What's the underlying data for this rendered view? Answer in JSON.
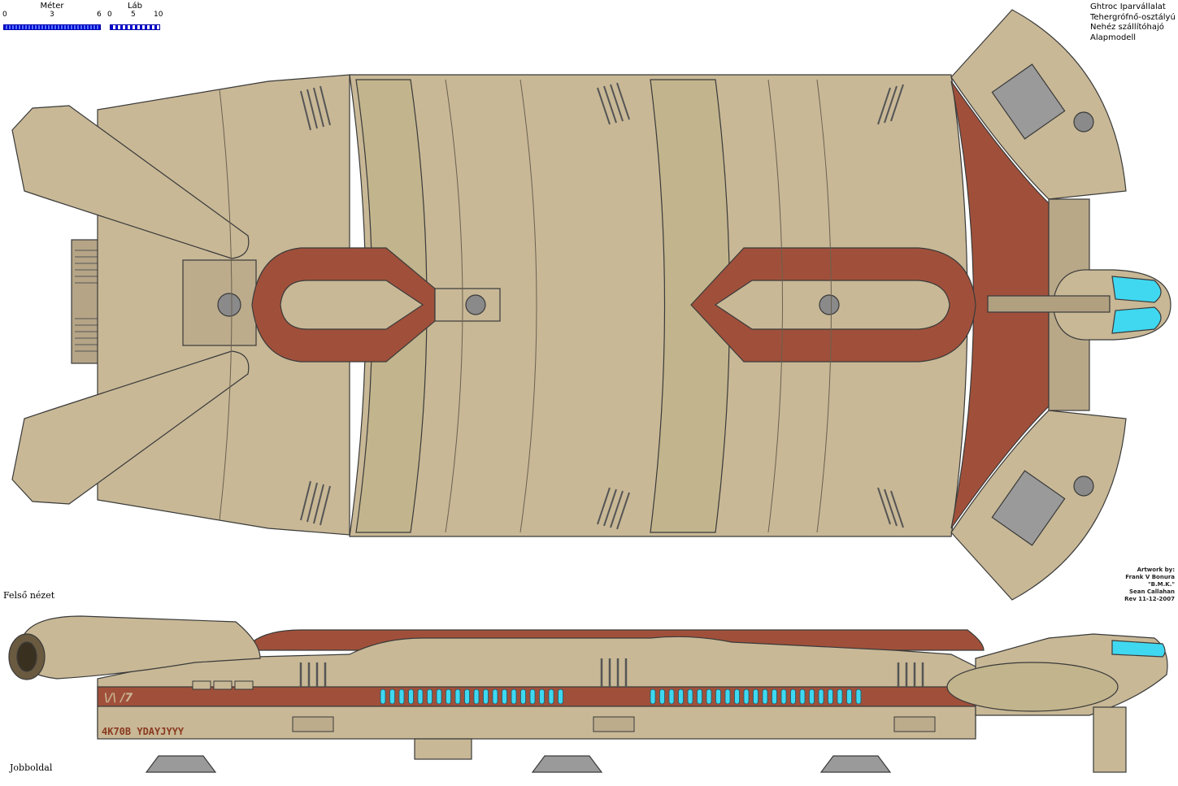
{
  "scale_bars": {
    "meter": {
      "title": "Méter",
      "ticks": [
        "0",
        "3",
        "6"
      ]
    },
    "foot": {
      "title": "Láb",
      "ticks": [
        "0",
        "5",
        "10"
      ]
    }
  },
  "title_block": {
    "lines": [
      "Ghtroc Iparvállalat",
      "Tehergrófnő-osztályú",
      "Nehéz szállítóhajó",
      "Alapmodell"
    ]
  },
  "credits": {
    "lines": [
      "Artwork by:",
      "Frank V Bonura",
      "\"B.M.K.\"",
      "Sean Callahan",
      "Rev 11-12-2007"
    ]
  },
  "views": {
    "top_label": "Felső nézet",
    "side_label": "Jobboldal"
  },
  "hull_markings": {
    "side_code": "\\/\\ /7",
    "side_registry": "4K70B  YDAYJYYY"
  },
  "colors": {
    "hull": "#c8b896",
    "hull_dark": "#a89878",
    "panel_band": "#c2b48c",
    "rust": "#a0503a",
    "outline": "#3a3a3a",
    "window_cyan": "#3fd8f0",
    "scale_blue": "#0000cc"
  }
}
